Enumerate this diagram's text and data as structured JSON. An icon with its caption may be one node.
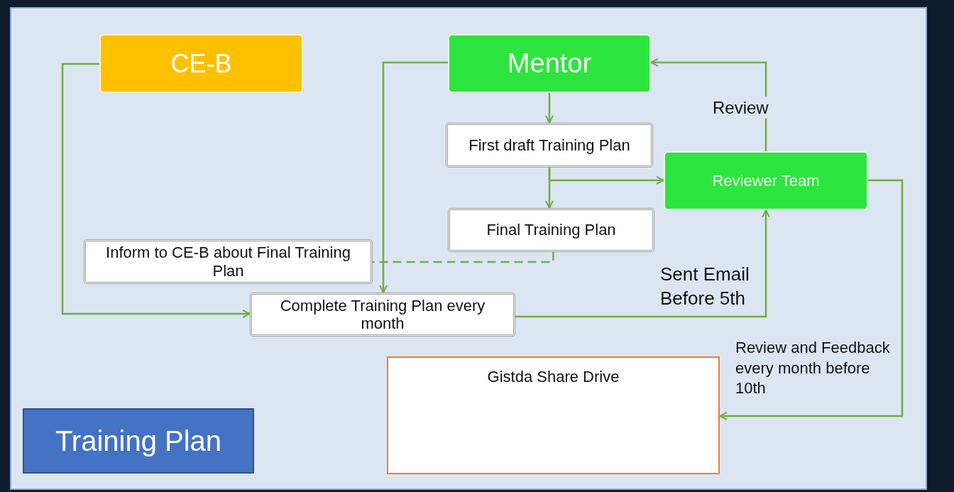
{
  "diagram": {
    "nodes": [
      {
        "text": [
          "CE-B"
        ]
      },
      {
        "text": [
          "Mentor"
        ]
      },
      {
        "text": [
          "First draft Training Plan"
        ]
      },
      {
        "text": [
          "Reviewer Team"
        ]
      },
      {
        "text": [
          "Final Training Plan"
        ]
      },
      {
        "text": [
          "Inform to CE-B about Final Training Plan"
        ]
      },
      {
        "text": [
          "Complete Training Plan every month"
        ]
      },
      {
        "text": [
          "Gistda Share Drive"
        ]
      },
      {
        "text": [
          "Training Plan"
        ]
      }
    ],
    "edges": [
      {
        "from": 0,
        "to": 6,
        "arrow": "to"
      },
      {
        "from": 1,
        "to": 6,
        "arrow": "to"
      },
      {
        "from": 1,
        "to": 2,
        "arrow": "to"
      },
      {
        "from": 2,
        "to": 4,
        "arrow": "to"
      },
      {
        "from": 2,
        "to": 3,
        "arrow": "to"
      },
      {
        "from": 3,
        "to": 1,
        "arrow": "to",
        "label": "Review"
      },
      {
        "from": 4,
        "to": 5,
        "arrow": "none",
        "style": "dashed"
      },
      {
        "from": 6,
        "to": 3,
        "arrow": "to",
        "label": "Sent Email Before 5th"
      },
      {
        "from": 3,
        "to": 7,
        "arrow": "to",
        "label": "Review and Feedback every month before 10th"
      }
    ]
  }
}
